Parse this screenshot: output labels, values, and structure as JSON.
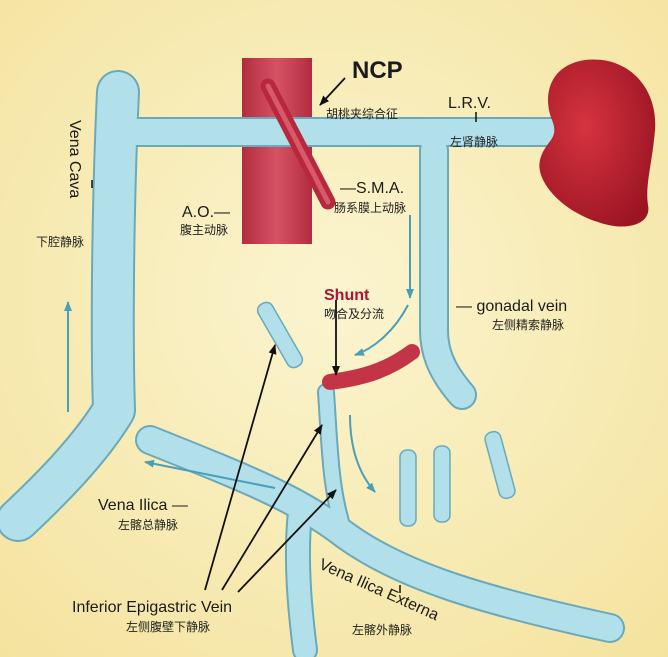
{
  "colors": {
    "background": "#f7edb8",
    "vein_fill": "#a9dce6",
    "vein_outline": "#6aa9ba",
    "artery": "#c8384c",
    "kidney": "#b8202f",
    "shunt_text": "#b3122f",
    "flow_arrow": "#4a9fb8"
  },
  "labels": {
    "ncp": "NCP",
    "ncp_cn": "胡桃夹综合征",
    "lrv": "L.R.V.",
    "lrv_cn": "左肾静脉",
    "sma": "—S.M.A.",
    "sma_cn": "肠系膜上动脉",
    "ao": "A.O.—",
    "ao_cn": "腹主动脉",
    "shunt": "Shunt",
    "shunt_cn": "吻合及分流",
    "gonadal": "— gonadal vein",
    "gonadal_cn": "左侧精索静脉",
    "vena_cava": "Vena Cava",
    "vena_cava_cn": "下腔静脉",
    "vena_ilica": "Vena Ilica —",
    "vena_ilica_cn": "左髂总静脉",
    "vena_ilica_externa": "Vena Ilica Externa",
    "vena_ilica_externa_cn": "左髂外静脉",
    "iev": "Inferior Epigastric Vein",
    "iev_cn": "左侧腹壁下静脉"
  }
}
